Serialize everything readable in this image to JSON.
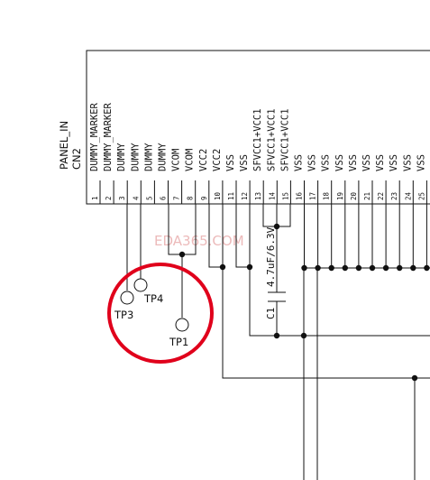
{
  "connector": {
    "title": "PANEL_IN",
    "ref": "CN2",
    "pins": [
      {
        "num": "1",
        "name": "DUMMY_MARKER"
      },
      {
        "num": "2",
        "name": "DUMMY_MARKER"
      },
      {
        "num": "3",
        "name": "DUMMY"
      },
      {
        "num": "4",
        "name": "DUMMY"
      },
      {
        "num": "5",
        "name": "DUMMY"
      },
      {
        "num": "6",
        "name": "DUMMY"
      },
      {
        "num": "7",
        "name": "VCOM"
      },
      {
        "num": "8",
        "name": "VCOM"
      },
      {
        "num": "9",
        "name": "VCC2"
      },
      {
        "num": "10",
        "name": "VCC2"
      },
      {
        "num": "11",
        "name": "VSS"
      },
      {
        "num": "12",
        "name": "VSS"
      },
      {
        "num": "13",
        "name": "SFVCC1+VCC1"
      },
      {
        "num": "14",
        "name": "SFVCC1+VCC1"
      },
      {
        "num": "15",
        "name": "SFVCC1+VCC1"
      },
      {
        "num": "16",
        "name": "VSS"
      },
      {
        "num": "17",
        "name": "VSS"
      },
      {
        "num": "18",
        "name": "VSS"
      },
      {
        "num": "19",
        "name": "VSS"
      },
      {
        "num": "20",
        "name": "VSS"
      },
      {
        "num": "21",
        "name": "VSS"
      },
      {
        "num": "22",
        "name": "VSS"
      },
      {
        "num": "23",
        "name": "VSS"
      },
      {
        "num": "24",
        "name": "VSS"
      },
      {
        "num": "25",
        "name": "VSS"
      }
    ]
  },
  "capacitor": {
    "ref": "C1",
    "value": "4.7uF/6.3V"
  },
  "testpoints": [
    {
      "ref": "TP1"
    },
    {
      "ref": "TP3"
    },
    {
      "ref": "TP4"
    }
  ],
  "watermark": "EDA365.COM",
  "highlight_color": "#e0001b"
}
